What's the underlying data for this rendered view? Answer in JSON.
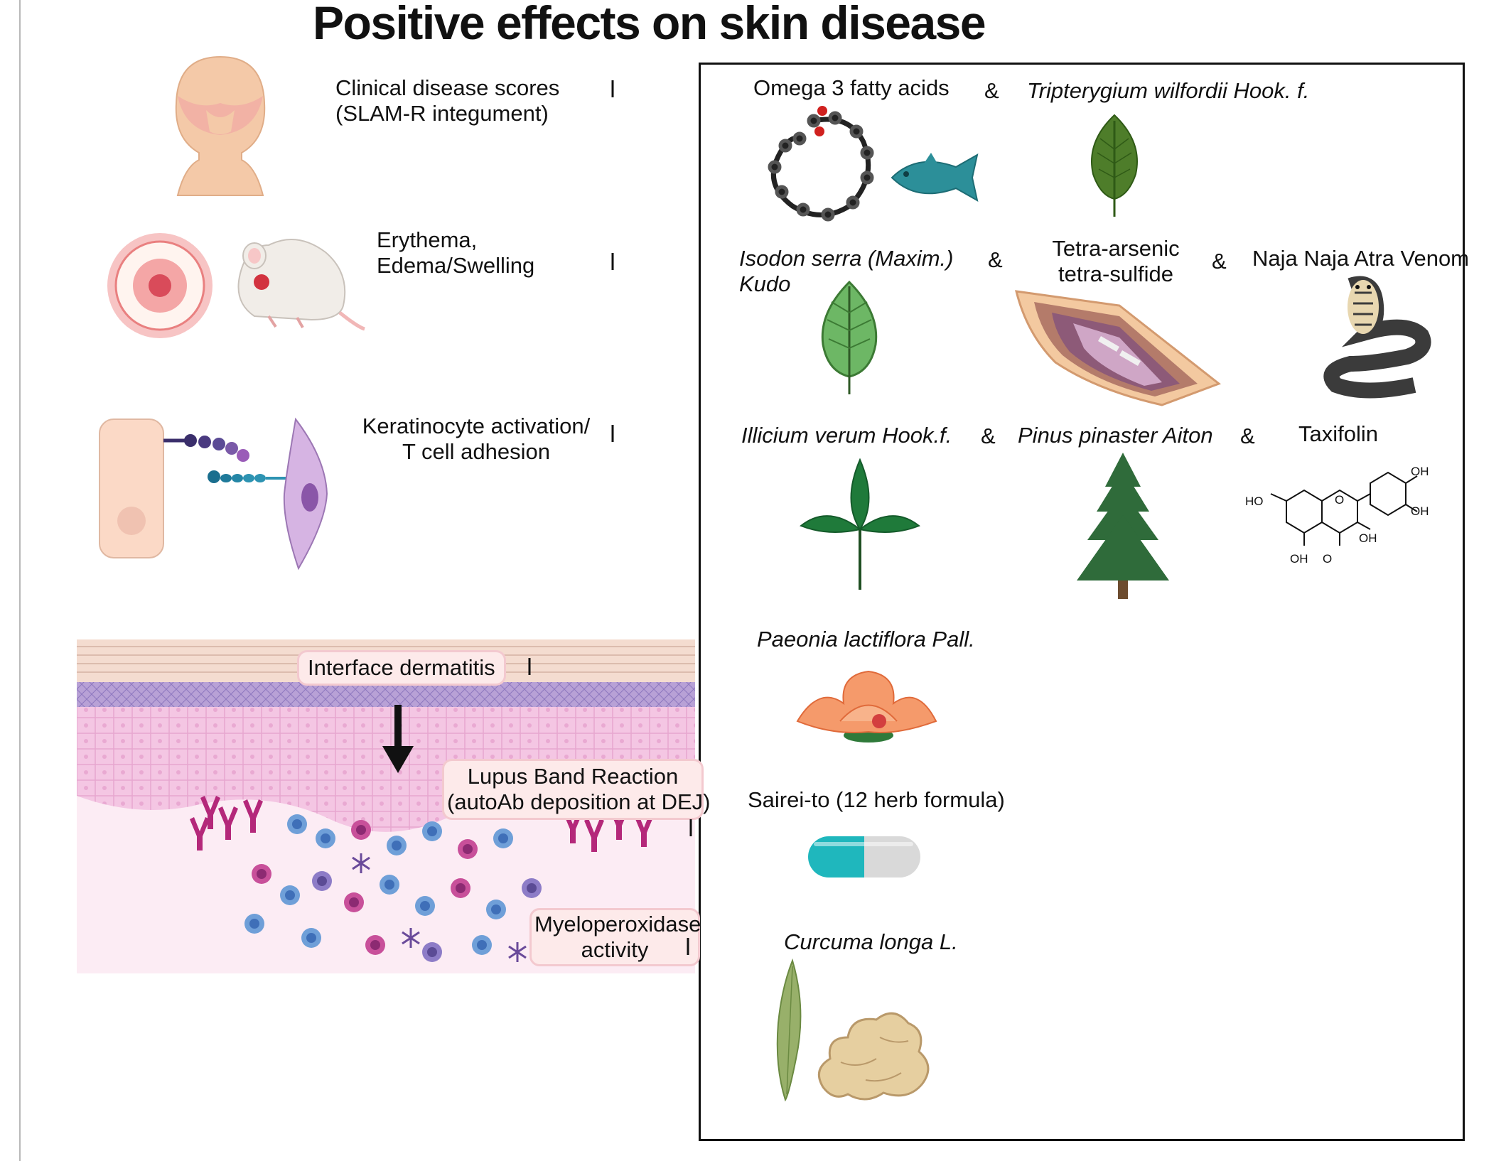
{
  "title": "Positive effects on skin disease",
  "effects": {
    "clinical": [
      "Clinical disease scores",
      "(SLAM-R integument)"
    ],
    "erythema": [
      "Erythema,",
      "Edema/Swelling"
    ],
    "keratinocyte": [
      "Keratinocyte activation/",
      "T cell adhesion"
    ],
    "interface": "Interface dermatitis",
    "lupus_band": [
      "Lupus Band Reaction",
      "(autoAb deposition at DEJ)"
    ],
    "myeloperoxidase": [
      "Myeloperoxidase",
      "activity"
    ]
  },
  "treatments": {
    "omega3": "Omega 3 fatty acids",
    "tripterygium": "Tripterygium wilfordii  Hook. f.",
    "isodon": [
      "Isodon serra (Maxim.)",
      "Kudo"
    ],
    "tetra_arsenic": [
      "Tetra-arsenic",
      "tetra-sulfide"
    ],
    "naja": "Naja Naja Atra Venom",
    "illicium": "Illicium verum Hook.f.",
    "pinus": "Pinus pinaster Aiton",
    "taxifolin": "Taxifolin",
    "paeonia": "Paeonia lactiflora Pall.",
    "sairei": "Sairei-to (12 herb formula)",
    "curcuma": "Curcuma longa L."
  },
  "ampersand": "&",
  "taxifolin_structure": {
    "oh": "OH",
    "ho": "HO",
    "o": "O"
  },
  "colors": {
    "skin_pink": "#f5d4e6",
    "antibody": "#b4287a",
    "leaf_green": "#2e7d32"
  }
}
